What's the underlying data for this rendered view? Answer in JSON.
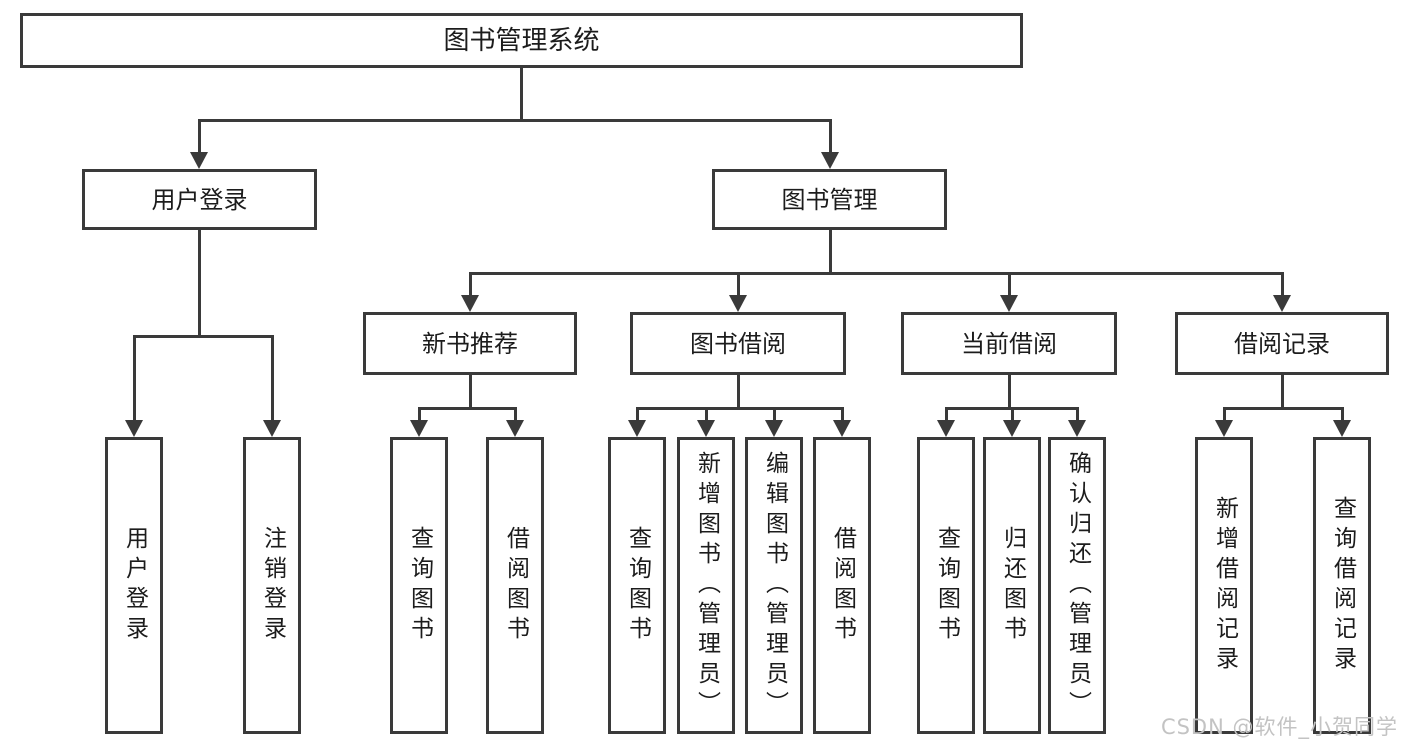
{
  "tree": {
    "root": "图书管理系统",
    "level2": [
      "用户登录",
      "图书管理"
    ],
    "level3": [
      "新书推荐",
      "图书借阅",
      "当前借阅",
      "借阅记录"
    ],
    "leaves": {
      "user_login": [
        "用户登录",
        "注销登录"
      ],
      "new_book": [
        "查询图书",
        "借阅图书"
      ],
      "book_borrow": [
        "查询图书",
        "新增图书（管理员）",
        "编辑图书（管理员）",
        "借阅图书"
      ],
      "current_borrow": [
        "查询图书",
        "归还图书",
        "确认归还（管理员）"
      ],
      "borrow_record": [
        "新增借阅记录",
        "查询借阅记录"
      ]
    }
  },
  "watermark": "CSDN @软件_小贺同学",
  "colors": {
    "line": "#3a3a3a",
    "box_background": "#ffffff",
    "text": "#1c1c1c",
    "watermark": "#c3c3c3"
  }
}
